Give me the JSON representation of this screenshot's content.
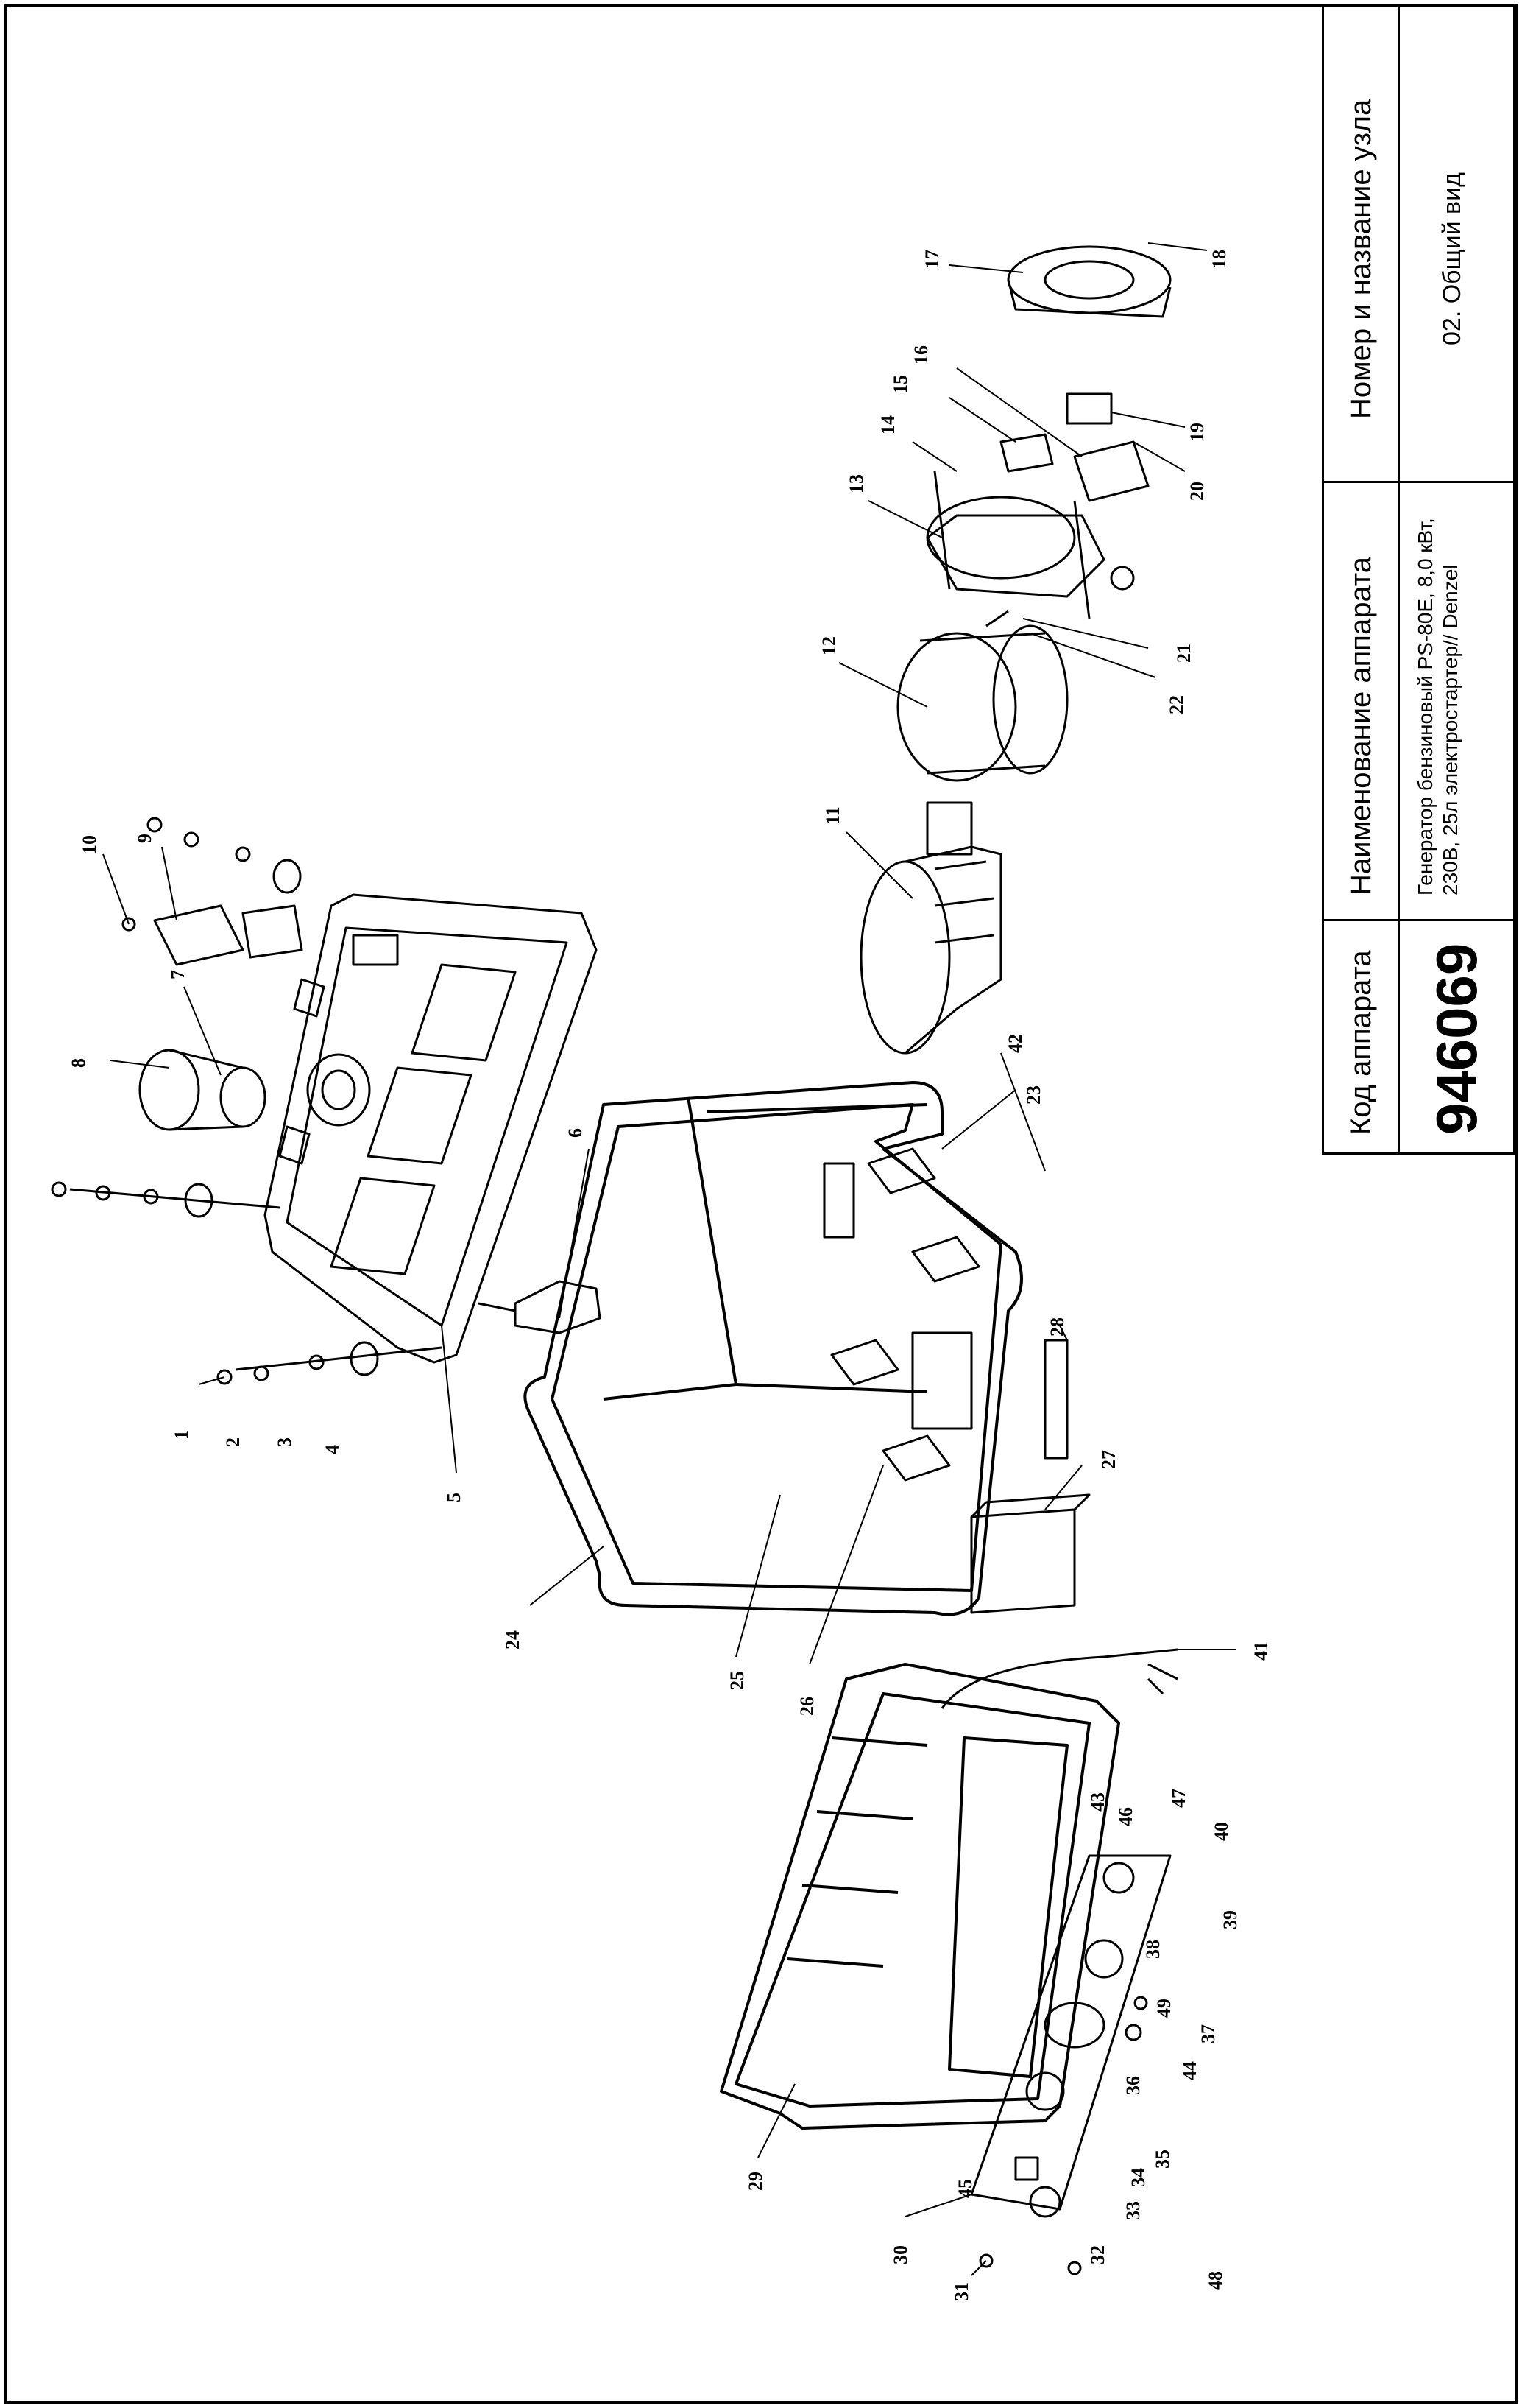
{
  "title_block": {
    "headers": {
      "code": "Код аппарата",
      "name": "Наименование аппарата",
      "unit": "Номер и название узла"
    },
    "code_value": "946069",
    "name_value": "Генератор бензиновый PS-80E, 8,0 кВт, 230В, 25л электростартер// Denzel",
    "unit_value": "02. Общий вид"
  },
  "callouts": [
    "1",
    "2",
    "3",
    "4",
    "5",
    "6",
    "7",
    "8",
    "9",
    "10",
    "11",
    "12",
    "13",
    "14",
    "15",
    "16",
    "17",
    "18",
    "19",
    "20",
    "21",
    "22",
    "23",
    "24",
    "25",
    "26",
    "27",
    "28",
    "29",
    "30",
    "31",
    "32",
    "33",
    "34",
    "35",
    "36",
    "37",
    "38",
    "39",
    "40",
    "41",
    "42",
    "43",
    "44",
    "45",
    "46",
    "47",
    "48",
    "49"
  ]
}
